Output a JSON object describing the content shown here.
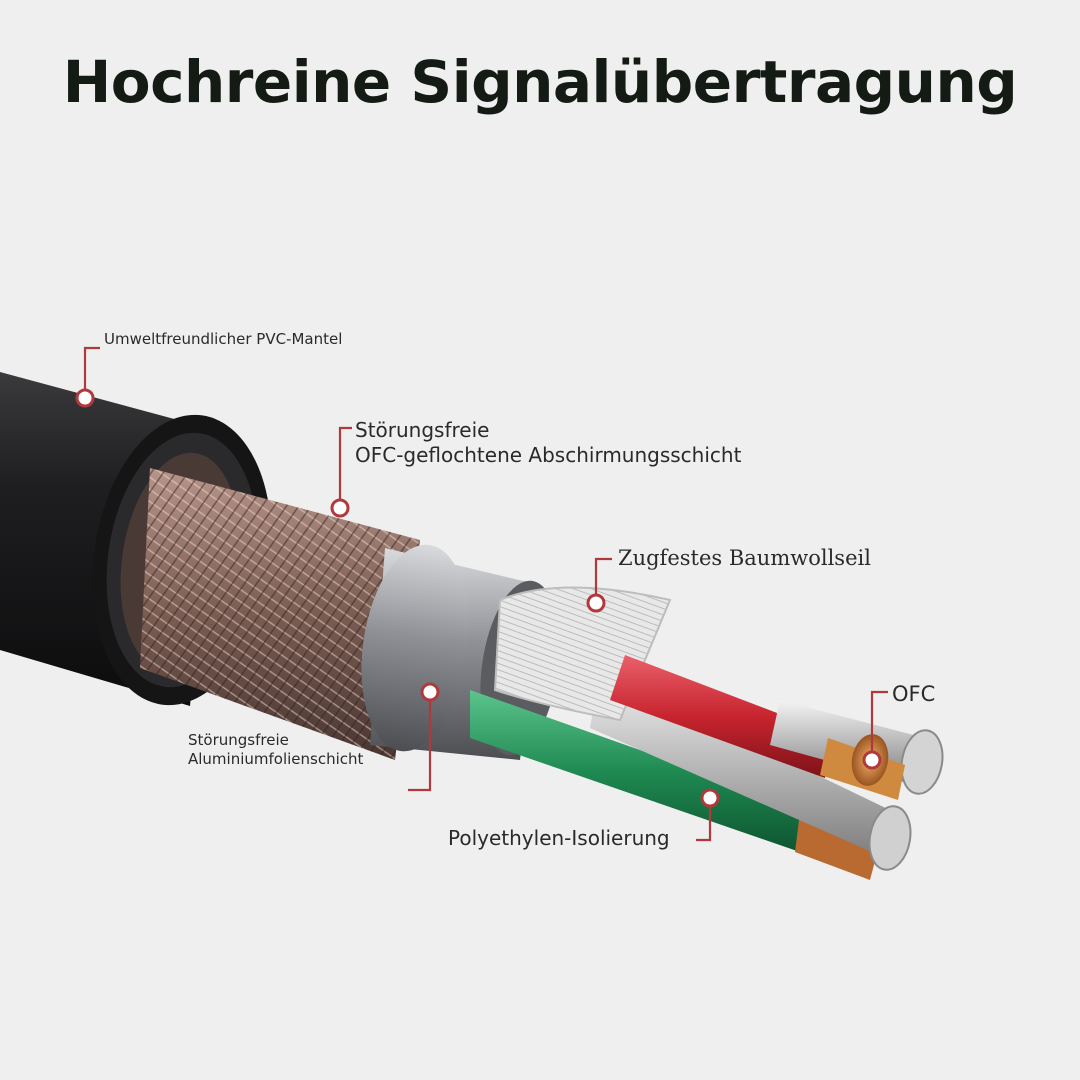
{
  "title": "Hochreine Signalübertragung",
  "colors": {
    "background": "#efefef",
    "title": "#141b14",
    "marker": "#b0393d",
    "jacket": "#1c1c1e",
    "braid": "#8a6a60",
    "foil": "#9a9ca0",
    "rope": "#e2e2e2",
    "wire_red": "#c8242e",
    "wire_green": "#1f8a52",
    "copper": "#c87a38"
  },
  "labels": {
    "pvc_jacket": "Umweltfreundlicher PVC-Mantel",
    "shield_line1": "Störungsfreie",
    "shield_line2": "OFC-geflochtene Abschirmungsschicht",
    "rope": "Zugfestes Baumwollseil",
    "ofc": "OFC",
    "alu_line1": "Störungsfreie",
    "alu_line2": "Aluminiumfolienschicht",
    "insulation": "Polyethylen-Isolierung"
  }
}
